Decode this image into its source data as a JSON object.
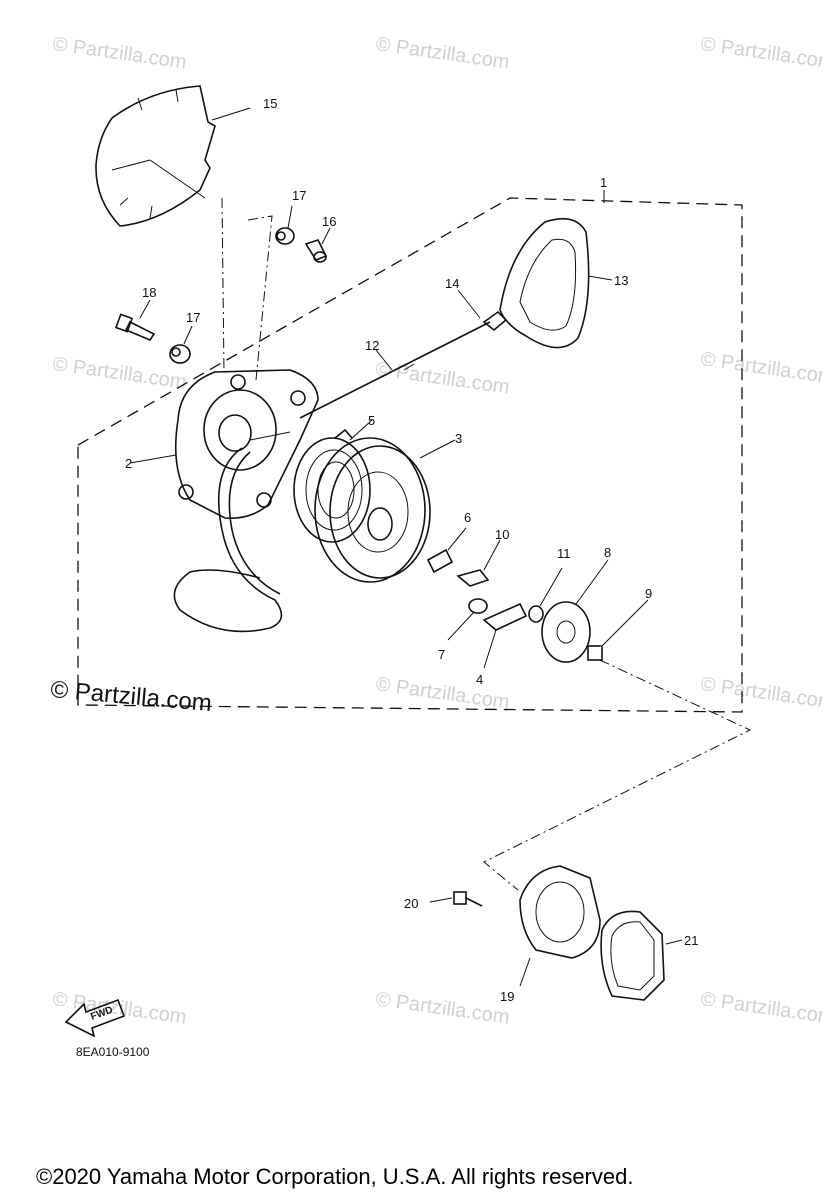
{
  "watermark": {
    "faint": "© Partzilla.com",
    "bold": "© Partzilla.com"
  },
  "callouts": [
    "1",
    "2",
    "3",
    "4",
    "5",
    "6",
    "7",
    "8",
    "9",
    "10",
    "11",
    "12",
    "13",
    "14",
    "15",
    "16",
    "17",
    "17",
    "18",
    "19",
    "20",
    "21"
  ],
  "direction_label": "FWD",
  "diagram_code": "8EA010-9100",
  "copyright": "©2020 Yamaha Motor Corporation, U.S.A. All rights reserved."
}
